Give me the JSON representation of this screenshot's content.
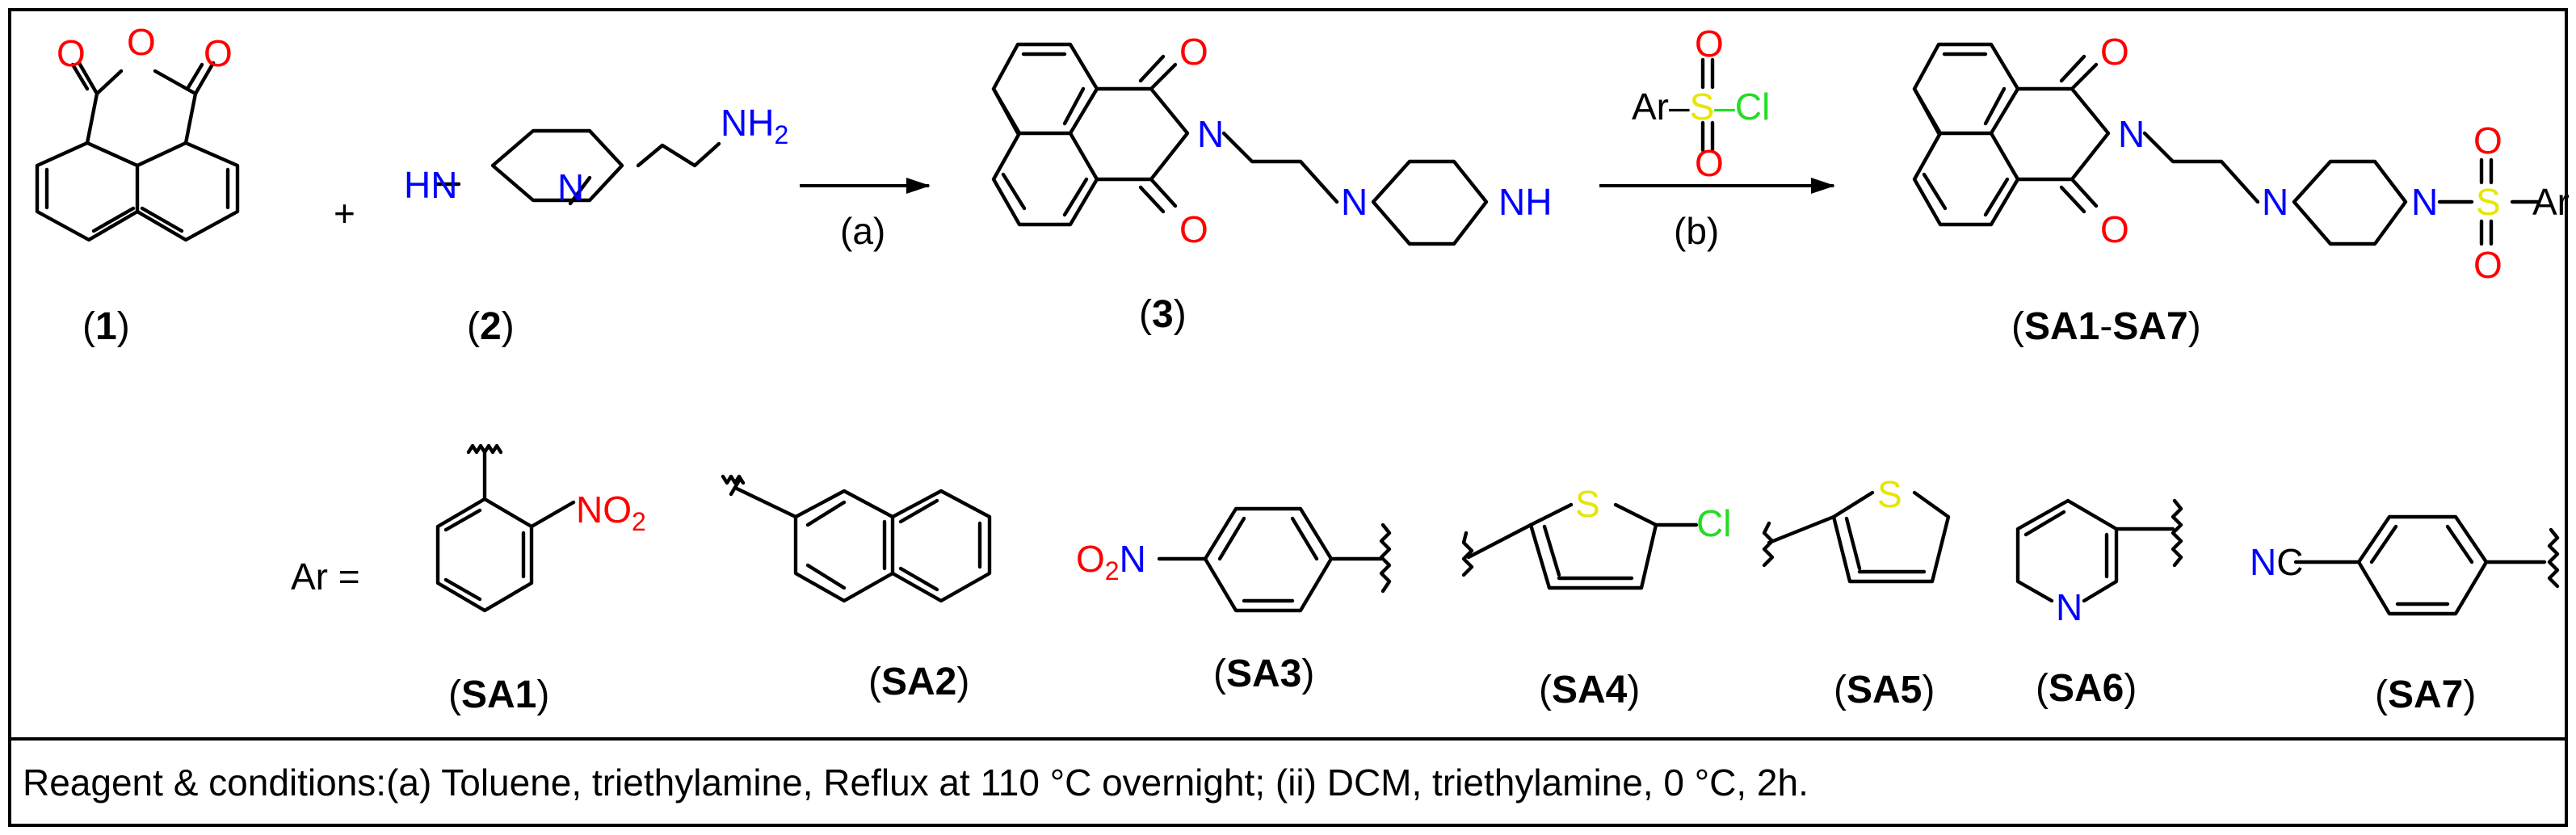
{
  "colors": {
    "oxygen": "#ff0000",
    "nitrogen": "#0000ff",
    "sulfur": "#e6e600",
    "chlorine": "#22dd22",
    "bond": "#000000",
    "border": "#000000"
  },
  "atoms": {
    "O": "O",
    "N": "N",
    "S": "S",
    "Cl": "Cl",
    "HN": "HN",
    "NH": "NH",
    "NH2": "NH",
    "NH2_sub": "2",
    "NO2": "NO",
    "NO2_sub": "2",
    "O2N_sub": "2",
    "Ar": "Ar",
    "NC_N": "N",
    "NC_C": "C"
  },
  "plus": "+",
  "arrows": [
    {
      "condition": "(a)"
    },
    {
      "condition": "(b)"
    }
  ],
  "reagent": {
    "ar": "Ar",
    "dash": "–",
    "s": "S",
    "cl": "–Cl"
  },
  "compounds": {
    "c1": {
      "pre": "(",
      "id": "1",
      "post": ")"
    },
    "c2": {
      "pre": "(",
      "id": "2",
      "post": ")"
    },
    "c3": {
      "pre": "(",
      "id": "3",
      "post": ")"
    },
    "product": {
      "pre": "(",
      "id": "SA1",
      "dash": "-",
      "id2": "SA7",
      "post": ")"
    }
  },
  "ar_equals": "Ar =",
  "substituents": [
    {
      "pre": "(",
      "id": "SA1",
      "post": ")"
    },
    {
      "pre": "(",
      "id": "SA2",
      "post": ")"
    },
    {
      "pre": "(",
      "id": "SA3",
      "post": ")"
    },
    {
      "pre": "(",
      "id": "SA4",
      "post": ")"
    },
    {
      "pre": "(",
      "id": "SA5",
      "post": ")"
    },
    {
      "pre": "(",
      "id": "SA6",
      "post": ")"
    },
    {
      "pre": "(",
      "id": "SA7",
      "post": ")"
    }
  ],
  "footer": "Reagent & conditions:(a) Toluene, triethylamine, Reflux at 110 °C overnight; (ii) DCM, triethylamine, 0 °C, 2h."
}
